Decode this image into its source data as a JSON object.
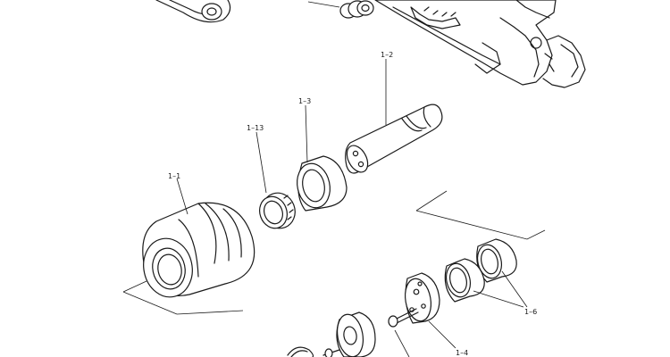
{
  "diagram": {
    "callouts": {
      "roller": "1–1",
      "pin": "1–2",
      "bushing_outer": "1–3",
      "seal_ring": "1–13",
      "end_plate": "1–4",
      "bushings_pair": "1–6"
    }
  }
}
